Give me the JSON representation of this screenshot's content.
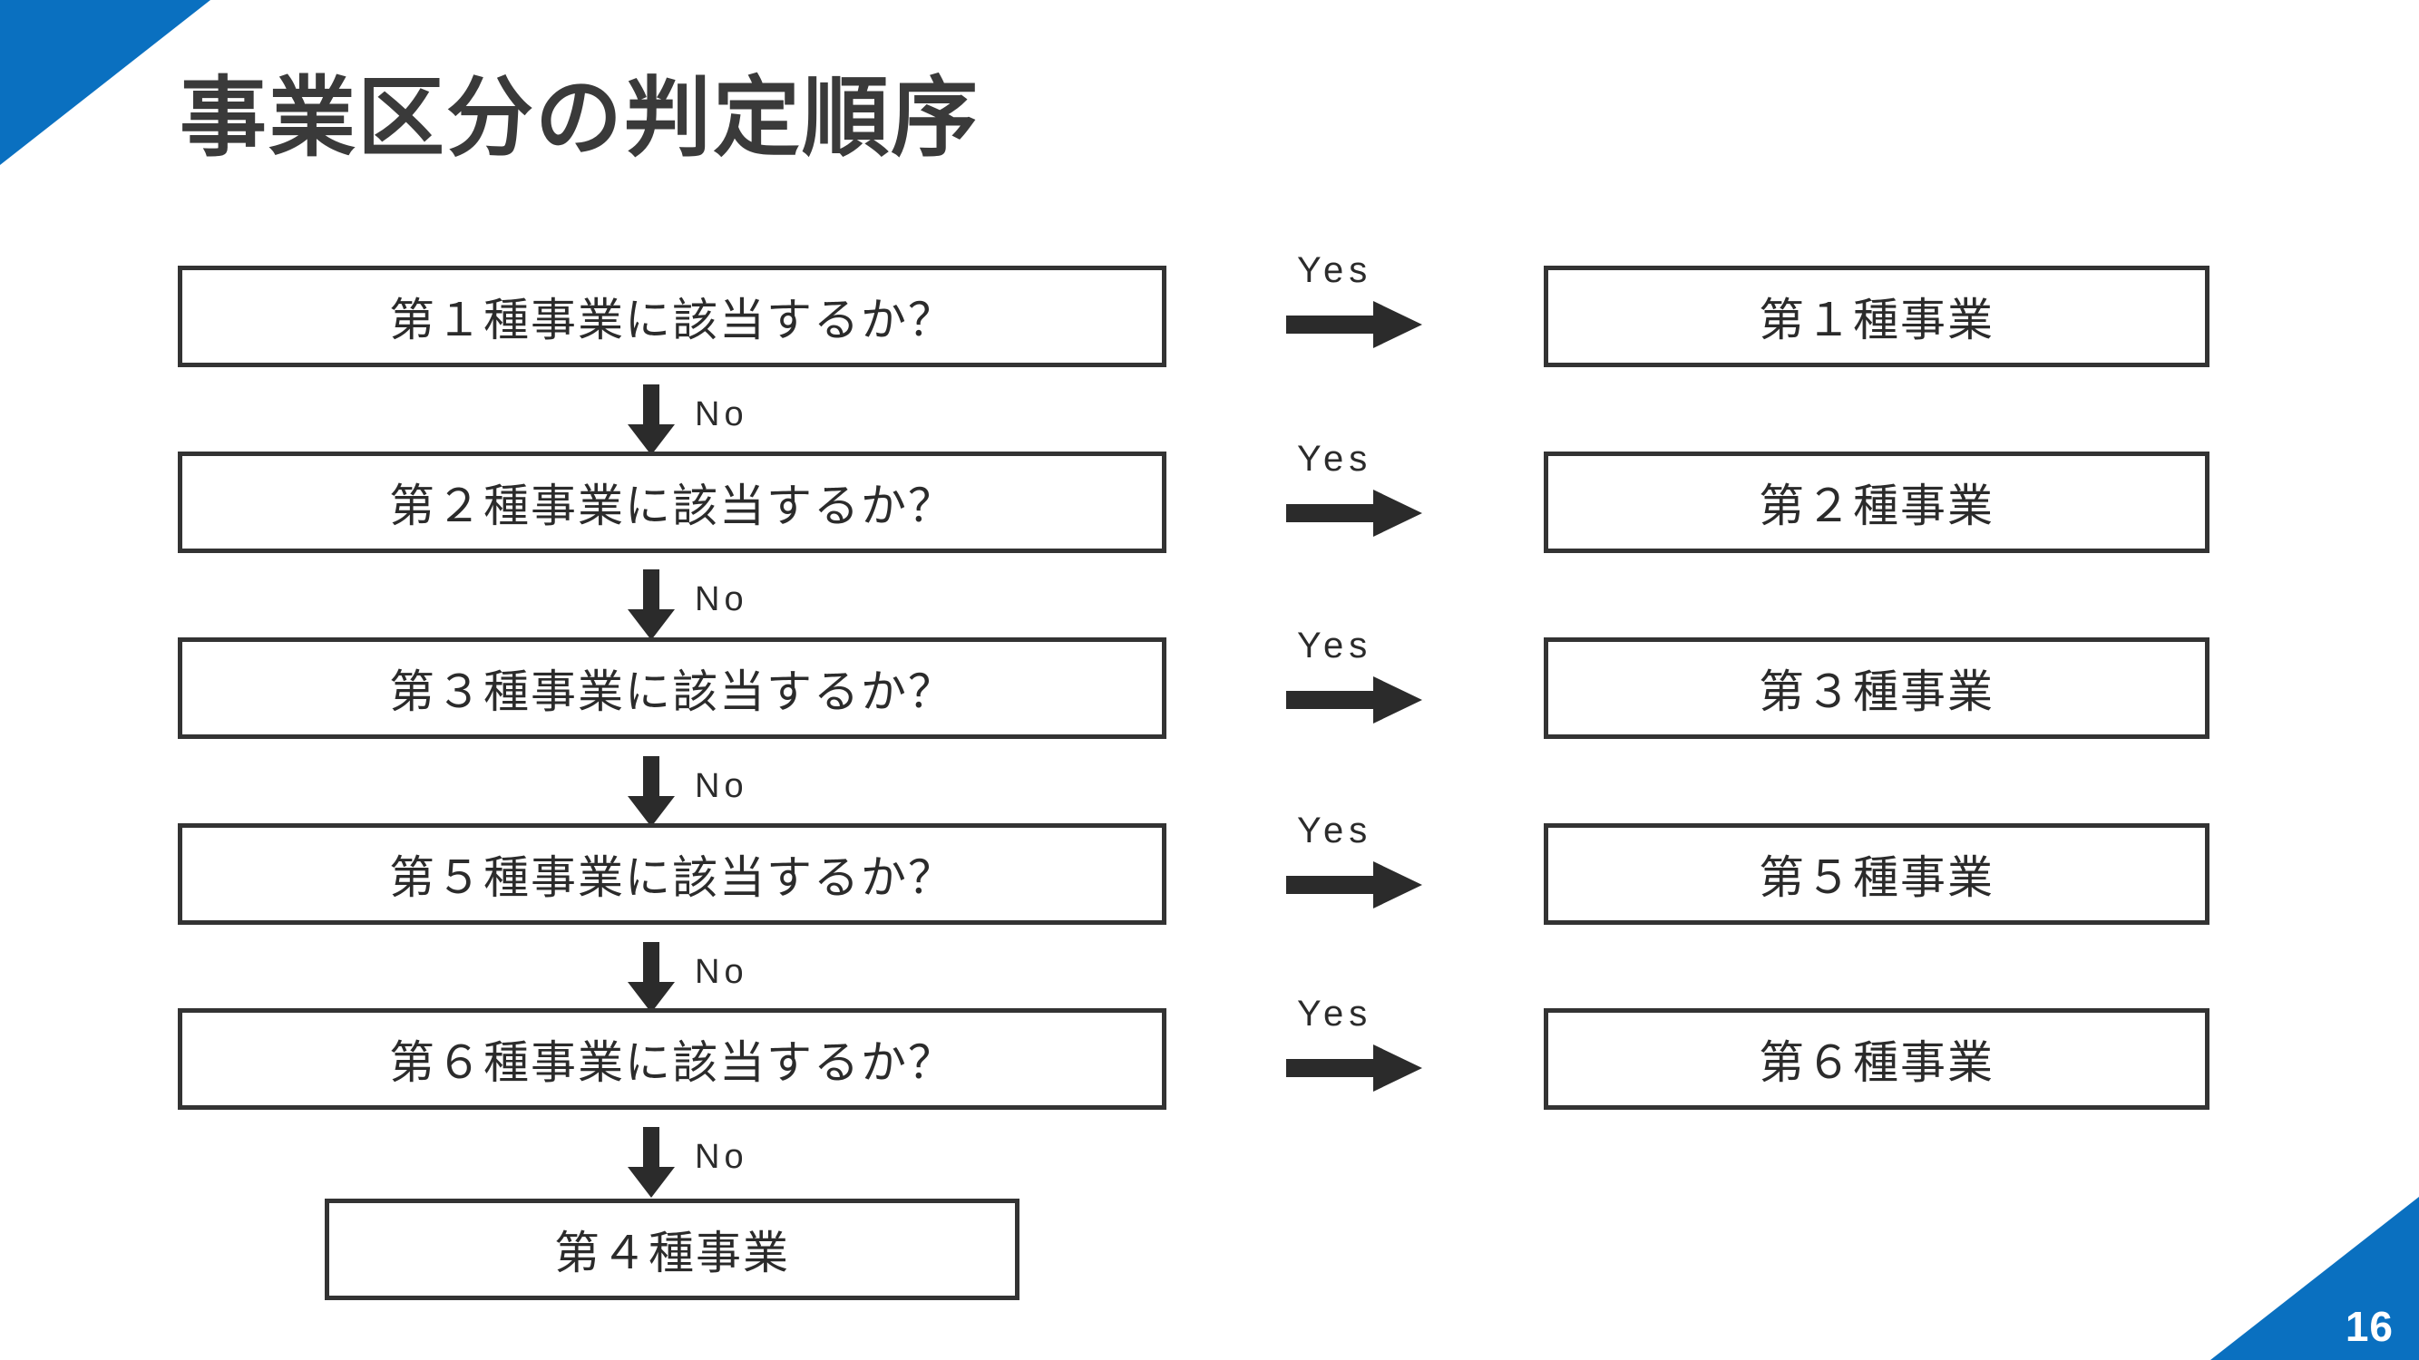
{
  "slide": {
    "title": "事業区分の判定順序",
    "page_number": "16",
    "accent_color": "#0a70c0",
    "text_color": "#2b2b2b",
    "border_color": "#333333",
    "background_color": "#ffffff"
  },
  "labels": {
    "yes": "Yes",
    "no": "No"
  },
  "flow": {
    "rows": [
      {
        "question": "第１種事業に該当するか？",
        "yes_label": "Yes",
        "result": "第１種事業",
        "no_label": "No"
      },
      {
        "question": "第２種事業に該当するか？",
        "yes_label": "Yes",
        "result": "第２種事業",
        "no_label": "No"
      },
      {
        "question": "第３種事業に該当するか？",
        "yes_label": "Yes",
        "result": "第３種事業",
        "no_label": "No"
      },
      {
        "question": "第５種事業に該当するか？",
        "yes_label": "Yes",
        "result": "第５種事業",
        "no_label": "No"
      },
      {
        "question": "第６種事業に該当するか？",
        "yes_label": "Yes",
        "result": "第６種事業",
        "no_label": "No"
      }
    ],
    "final": "第４種事業"
  }
}
